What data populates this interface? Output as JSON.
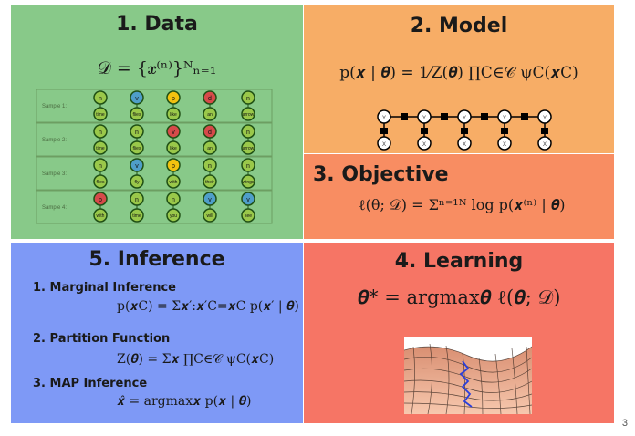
{
  "colors": {
    "data_panel": "#88c989",
    "model_panel": "#f7ad66",
    "objective_panel": "#f88d62",
    "inference_panel": "#7e99f6",
    "learning_panel": "#f67565",
    "node_green": "#9ac84a",
    "node_blue": "#4f9ec9",
    "node_yellow": "#f3c20f",
    "node_red": "#d64a4a",
    "node_outline": "#1f4f14"
  },
  "panels": {
    "data": {
      "title": "1. Data",
      "formula": "𝒟 = {𝒙⁽ⁿ⁾}ᴺₙ₌₁"
    },
    "model": {
      "title": "2. Model",
      "formula": "p(𝒙 | 𝜽) = 1⁄Z(𝜽) ∏C∈𝒞 ψC(𝒙C)"
    },
    "objective": {
      "title": "3. Objective",
      "formula": "ℓ(θ; 𝒟) = Σⁿ⁼¹ᴺ log p(𝒙⁽ⁿ⁾ | 𝜽)"
    },
    "learning": {
      "title": "4. Learning",
      "formula": "𝜽* = argmax𝜽 ℓ(𝜽; 𝒟)"
    },
    "inference": {
      "title": "5. Inference",
      "items": [
        {
          "label": "1. Marginal Inference",
          "formula": "p(𝒙C) = Σ𝒙′:𝒙′C=𝒙C p(𝒙′ | 𝜽)"
        },
        {
          "label": "2. Partition Function",
          "formula": "Z(𝜽) = Σ𝒙 ∏C∈𝒞 ψC(𝒙C)"
        },
        {
          "label": "3. MAP Inference",
          "formula": "𝒙̂ = argmax𝒙 p(𝒙 | 𝜽)"
        }
      ]
    }
  },
  "samples": [
    {
      "label": "Sample 1:",
      "tags": [
        {
          "t": "n",
          "c": "green"
        },
        {
          "t": "v",
          "c": "blue"
        },
        {
          "t": "p",
          "c": "yellow"
        },
        {
          "t": "d",
          "c": "red"
        },
        {
          "t": "n",
          "c": "green"
        }
      ],
      "words": [
        "time",
        "flies",
        "like",
        "an",
        "arrow"
      ]
    },
    {
      "label": "Sample 2:",
      "tags": [
        {
          "t": "n",
          "c": "green"
        },
        {
          "t": "n",
          "c": "green"
        },
        {
          "t": "v",
          "c": "red"
        },
        {
          "t": "d",
          "c": "red"
        },
        {
          "t": "n",
          "c": "green"
        }
      ],
      "words": [
        "time",
        "flies",
        "like",
        "an",
        "arrow"
      ]
    },
    {
      "label": "Sample 3:",
      "tags": [
        {
          "t": "n",
          "c": "green"
        },
        {
          "t": "v",
          "c": "blue"
        },
        {
          "t": "p",
          "c": "yellow"
        },
        {
          "t": "n",
          "c": "green"
        },
        {
          "t": "n",
          "c": "green"
        }
      ],
      "words": [
        "flies",
        "fly",
        "with",
        "their",
        "wings"
      ]
    },
    {
      "label": "Sample 4:",
      "tags": [
        {
          "t": "p",
          "c": "red"
        },
        {
          "t": "n",
          "c": "green"
        },
        {
          "t": "n",
          "c": "green"
        },
        {
          "t": "v",
          "c": "blue"
        },
        {
          "t": "v",
          "c": "blue"
        }
      ],
      "words": [
        "with",
        "time",
        "you",
        "will",
        "see"
      ]
    }
  ],
  "chain": {
    "top_label": "Y",
    "bottom_label": "X",
    "count": 5
  },
  "page_number": "3"
}
